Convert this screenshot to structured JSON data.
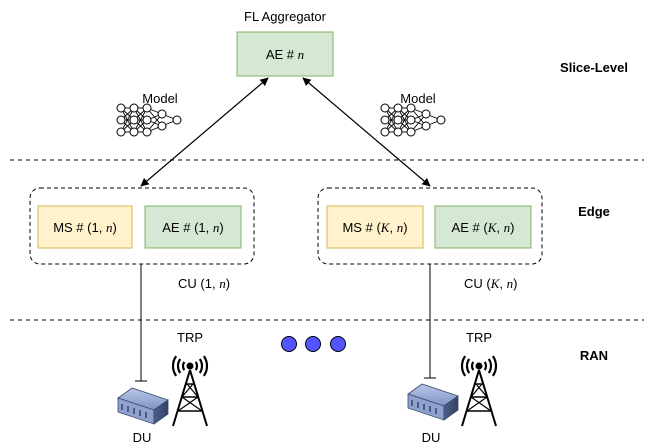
{
  "aggregator": {
    "caption": "FL Aggregator",
    "prefix": "AE # ",
    "var": "n"
  },
  "levels": {
    "slice": "Slice-Level",
    "edge": "Edge",
    "ran": "RAN"
  },
  "model_label": "Model",
  "cu_left": {
    "ms": {
      "prefix": "MS # ",
      "args": [
        "1",
        "n"
      ]
    },
    "ae": {
      "prefix": "AE # ",
      "args": [
        "1",
        "n"
      ]
    },
    "cu": {
      "prefix": "CU ",
      "args": [
        "1",
        "n"
      ]
    }
  },
  "cu_right": {
    "ms": {
      "prefix": "MS # ",
      "args": [
        "K",
        "n"
      ]
    },
    "ae": {
      "prefix": "AE # ",
      "args": [
        "K",
        "n"
      ]
    },
    "cu": {
      "prefix": "CU ",
      "args": [
        "K",
        "n"
      ]
    }
  },
  "trp_label": "TRP",
  "du_label": "DU",
  "colors": {
    "green_fill": "#d5e8d4",
    "green_stroke": "#82b366",
    "yellow_fill": "#fff2cc",
    "yellow_stroke": "#d6b656",
    "dot_fill": "#5555ff"
  }
}
